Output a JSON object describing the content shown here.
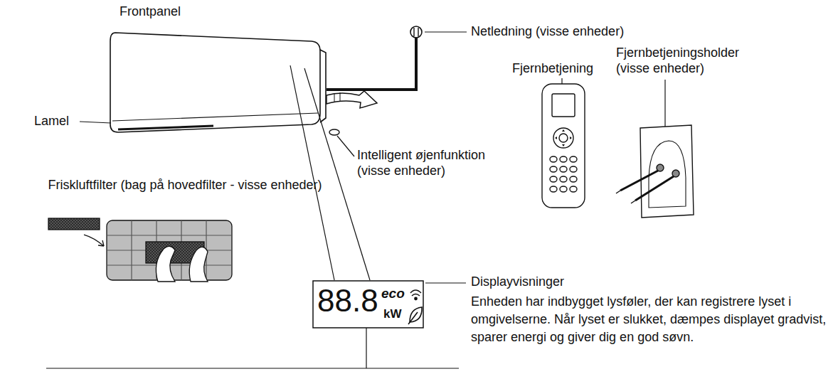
{
  "diagram": {
    "labels": [
      "Frontpanel",
      "Netledning (visse enheder)",
      "Fjernbetjening",
      "Fjernbetjeningsholder (visse enheder)",
      "Lamel",
      "Intelligent øjenfunktion (visse enheder)",
      "Friskluftfilter (bag på hovedfilter - visse enheder)",
      "88.8",
      "eco",
      "kW",
      "Displayvisninger",
      "Enheden har indbygget lysføler, der kan registrere lyset i omgivelserne. Når lyset er slukket, dæmpes displayet gradvist, sparer energi og giver dig en god søvn."
    ]
  }
}
